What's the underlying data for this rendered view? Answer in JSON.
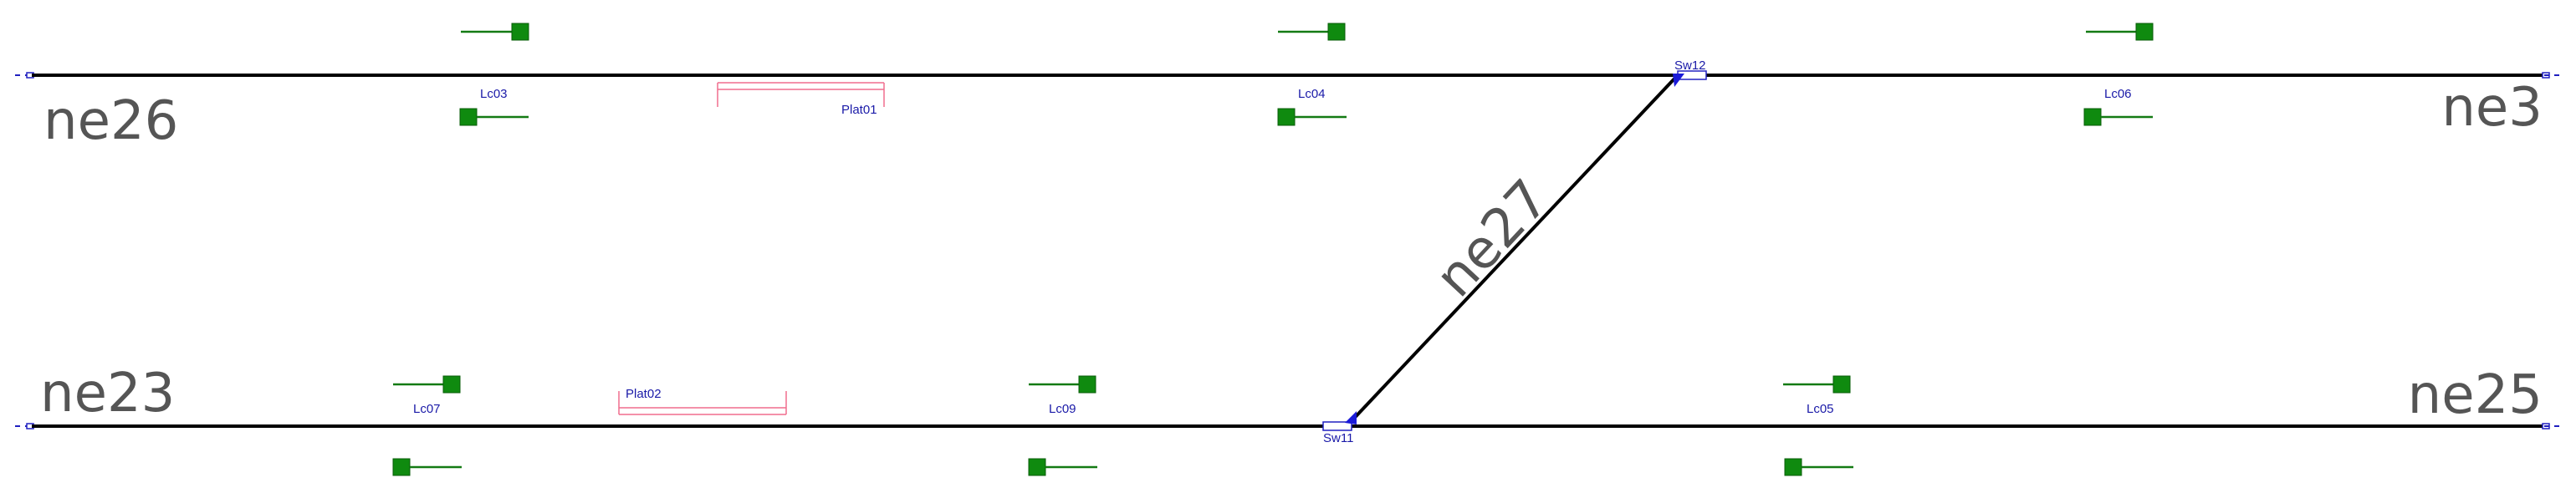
{
  "segments": {
    "ne26": "ne26",
    "ne3": "ne3",
    "ne27": "ne27",
    "ne23": "ne23",
    "ne25": "ne25"
  },
  "signals": {
    "lc03": "Lc03",
    "lc04": "Lc04",
    "lc06": "Lc06",
    "lc07": "Lc07",
    "lc09": "Lc09",
    "lc05": "Lc05"
  },
  "platforms": {
    "plat01": "Plat01",
    "plat02": "Plat02"
  },
  "switches": {
    "sw12": "Sw12",
    "sw11": "Sw11"
  },
  "colors": {
    "track": "#000000",
    "signal": "#0f8a0f",
    "platform": "#f06d8e",
    "label": "#1a1aa8",
    "segment_label": "#555555"
  }
}
